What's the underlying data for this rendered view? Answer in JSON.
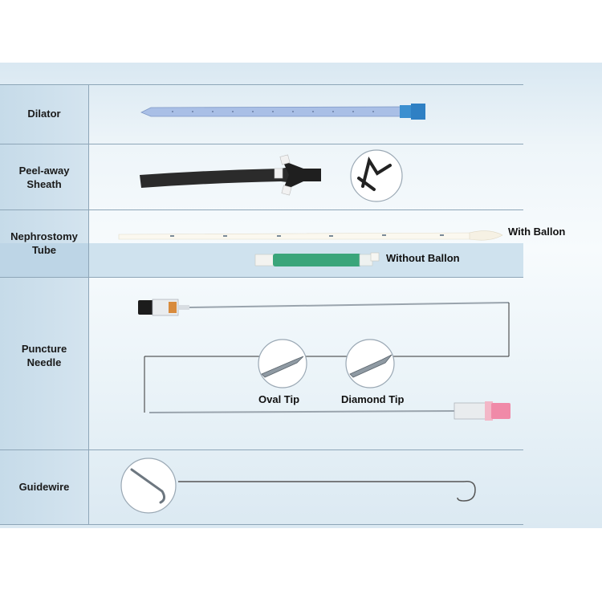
{
  "rows": {
    "dilator": "Dilator",
    "sheath": "Peel-away\nSheath",
    "tube": "Nephrostomy\nTube",
    "needle": "Puncture\nNeedle",
    "guidewire": "Guidewire"
  },
  "callouts": {
    "with_balloon": "With Ballon",
    "without_balloon": "Without Ballon",
    "oval_tip": "Oval Tip",
    "diamond_tip": "Diamond Tip"
  },
  "colors": {
    "dilator_body": "#9fb7e0",
    "dilator_hub": "#3b8fd0",
    "sheath_body": "#2a2a2a",
    "tube_connector": "#3aa57a",
    "needle_hub_pink": "#f08aa8"
  }
}
